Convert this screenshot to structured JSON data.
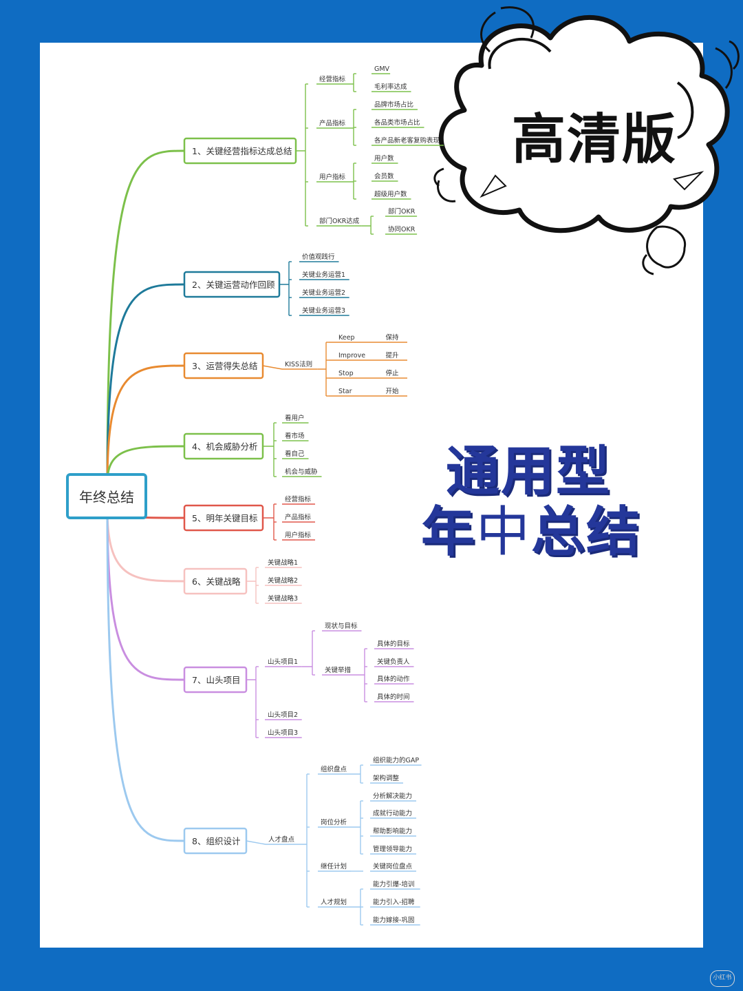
{
  "cloud_badge": "高清版",
  "title": {
    "line1": "通用型",
    "line2_a": "年",
    "line2_b": "中",
    "line2_c": "总结"
  },
  "watermark": "小红书",
  "mindmap": {
    "root": "年终总结",
    "branches": [
      {
        "label": "1、关键经营指标达成总结",
        "color": "#7cc04a",
        "children": [
          {
            "label": "经营指标",
            "children": [
              "GMV",
              "毛利率达成"
            ]
          },
          {
            "label": "产品指标",
            "children": [
              "品牌市场占比",
              "各品类市场占比",
              "各产品新老客复购表现"
            ]
          },
          {
            "label": "用户指标",
            "children": [
              "用户数",
              "会员数",
              "超级用户数"
            ]
          },
          {
            "label": "部门OKR达成",
            "children": [
              "部门OKR",
              "协同OKR"
            ]
          }
        ]
      },
      {
        "label": "2、关键运营动作回顾",
        "color": "#1e7a9a",
        "children": [
          {
            "label": "价值观践行"
          },
          {
            "label": "关键业务运营1"
          },
          {
            "label": "关键业务运营2"
          },
          {
            "label": "关键业务运营3"
          }
        ]
      },
      {
        "label": "3、运营得失总结",
        "color": "#e88a30",
        "children": [
          {
            "label": "KISS法则",
            "children": [
              {
                "label": "Keep",
                "note": "保持"
              },
              {
                "label": "Improve",
                "note": "提升"
              },
              {
                "label": "Stop",
                "note": "停止"
              },
              {
                "label": "Star",
                "note": "开始"
              }
            ]
          }
        ]
      },
      {
        "label": "4、机会威胁分析",
        "color": "#7cc04a",
        "children": [
          {
            "label": "看用户"
          },
          {
            "label": "看市场"
          },
          {
            "label": "看自己"
          },
          {
            "label": "机会与威胁"
          }
        ]
      },
      {
        "label": "5、明年关键目标",
        "color": "#e0574a",
        "children": [
          {
            "label": "经营指标"
          },
          {
            "label": "产品指标"
          },
          {
            "label": "用户指标"
          }
        ]
      },
      {
        "label": "6、关键战略",
        "color": "#f6c1bf",
        "children": [
          {
            "label": "关键战略1"
          },
          {
            "label": "关键战略2"
          },
          {
            "label": "关键战略3"
          }
        ]
      },
      {
        "label": "7、山头项目",
        "color": "#c98ee0",
        "children": [
          {
            "label": "山头项目1",
            "children": [
              {
                "label": "现状与目标"
              },
              {
                "label": "关键举措",
                "children": [
                  "具体的目标",
                  "关键负责人",
                  "具体的动作",
                  "具体的时间"
                ]
              }
            ]
          },
          {
            "label": "山头项目2"
          },
          {
            "label": "山头项目3"
          }
        ]
      },
      {
        "label": "8、组织设计",
        "color": "#9cc9ef",
        "children": [
          {
            "label": "人才盘点",
            "children": [
              {
                "label": "组织盘点",
                "children": [
                  "组织能力的GAP",
                  "架构调整"
                ]
              },
              {
                "label": "岗位分析",
                "children": [
                  "分析解决能力",
                  "成就行动能力",
                  "帮助影响能力",
                  "管理领导能力"
                ]
              },
              {
                "label": "继任计划",
                "children": [
                  "关键岗位盘点"
                ]
              },
              {
                "label": "人才规划",
                "children": [
                  "能力引爆-培训",
                  "能力引入-招聘",
                  "能力嫁接-巩固"
                ]
              }
            ]
          }
        ]
      }
    ]
  }
}
